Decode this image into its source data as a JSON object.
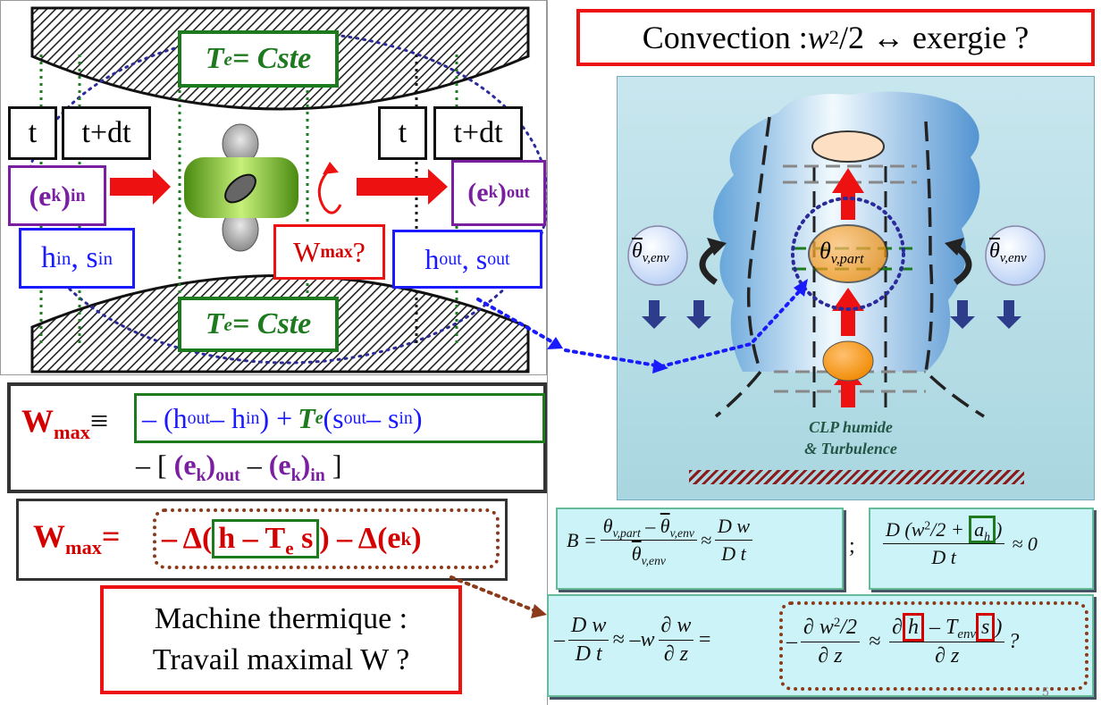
{
  "turbine": {
    "te_cste_top": "T",
    "te_cste_sub": "e",
    "te_cste_rest": " = Cste",
    "t_left": "t",
    "tdt_left": "t+dt",
    "t_right": "t",
    "tdt_right": "t+dt",
    "ek_in_main": "(e",
    "ek_sub_k": "k",
    "ek_close": ")",
    "ek_in_sub": "in",
    "ek_out_sub": "out",
    "h_in_label": "h",
    "h_in_sub": "in",
    "s_in_label": ", s",
    "s_in_sub": "in",
    "h_out_label": "h",
    "h_out_sub": "out",
    "s_out_label": ", s",
    "s_out_sub": "out",
    "wmax_q": "W",
    "wmax_q_sub": "max",
    "wmax_q_end": "?"
  },
  "eq1": {
    "lhs": "W",
    "lhs_sub": "max",
    "equiv": "≡",
    "term1": "– (h",
    "term1_sub1": "out",
    "term1_mid": " – h",
    "term1_sub2": "in",
    "term1_end": ") +",
    "te": "T",
    "te_sub": "e",
    "term2": " (s",
    "term2_sub1": "out",
    "term2_mid": " – s",
    "term2_sub2": "in",
    "term2_end": ")",
    "line2_start": "– [ ",
    "line2_ek1": "(e",
    "line2_k": "k",
    "line2_out": ")",
    "line2_out_sub": "out",
    "line2_minus": "– ",
    "line2_ek2": "(e",
    "line2_k2": "k",
    "line2_in": ")",
    "line2_in_sub": "in",
    "line2_end": " ]"
  },
  "eq2": {
    "lhs": "W",
    "lhs_sub": "max",
    "eq": "=",
    "delta1": "– Δ(",
    "h_te_s": "h – T",
    "h_te_sub": "e",
    "h_te_end": " s ",
    "delta2": ") – Δ(e",
    "delta2_sub": "k",
    "delta2_end": ")"
  },
  "machine": {
    "line1": "Machine thermique :",
    "line2": "Travail maximal  W ?"
  },
  "convection": {
    "title_a": "Convection : ",
    "title_w": "w",
    "title_sup": "2",
    "title_b": "/2 ↔ exergie ?",
    "theta_env": "θ",
    "theta_env_sub": "v,env",
    "theta_part": "θ",
    "theta_part_sub": "v,part",
    "clp_line1": "CLP humide",
    "clp_line2": "& Turbulence"
  },
  "formula_b": {
    "lhs": "B =",
    "num_theta": "θ",
    "num_sub1": "v,part",
    "num_minus": " – ",
    "num_theta2": "θ",
    "num_sub2": "v,env",
    "den_theta": "θ",
    "den_sub": "v,env",
    "approx": "≈",
    "dw": "D w",
    "dt": "D t",
    "sep": ";"
  },
  "formula_c": {
    "num_a": "D (w",
    "num_sup": "2",
    "num_b": "/2 + ",
    "ah": "a",
    "ah_sub": "h",
    "num_c": ")",
    "den": "D t",
    "rhs": "≈ 0"
  },
  "formula_d": {
    "minus": "–",
    "dw": "D w",
    "dt": "D t",
    "approx1": "≈ –w",
    "pw": "∂ w",
    "pz": "∂ z",
    "eq": "=",
    "minus2": "–",
    "pw2a": "∂ w",
    "pw2sup": "2",
    "pw2b": "/2",
    "pz2": "∂ z",
    "approx2": "≈",
    "p3": "∂",
    "h": "h",
    "te3": " – T",
    "te3_sub": "env",
    "s": "s",
    "p3close": ")",
    "pz3": "∂ z",
    "q": "?"
  },
  "page_number": "5"
}
